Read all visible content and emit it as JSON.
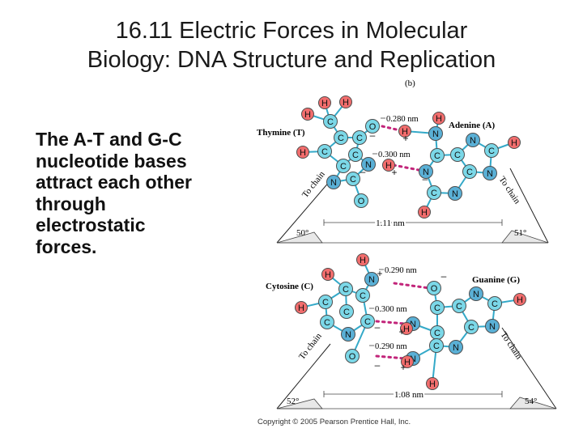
{
  "slide": {
    "title_line1": "16.11 Electric Forces in Molecular",
    "title_line2": "Biology: DNA Structure and Replication",
    "body_lines": [
      "The A-T and G-C",
      "nucleotide bases",
      "attract each other",
      "through",
      "electrostatic",
      "forces."
    ]
  },
  "figure": {
    "panel_label": "(b)",
    "at_pair": {
      "left_base": "Thymine (T)",
      "right_base": "Adenine (A)",
      "bond1": "0.280 nm",
      "bond2": "0.300 nm",
      "span": "1.11 nm",
      "left_angle": "50°",
      "right_angle": "51°",
      "to_chain": "To chain"
    },
    "gc_pair": {
      "left_base": "Cytosine (C)",
      "right_base": "Guanine (G)",
      "bond1": "0.290 nm",
      "bond2": "0.300 nm",
      "bond3": "0.290 nm",
      "span": "1.08 nm",
      "left_angle": "52°",
      "right_angle": "54°",
      "to_chain": "To chain"
    },
    "atom_symbols": {
      "H": "H",
      "C": "C",
      "N": "N",
      "O": "O"
    },
    "charges": {
      "plus": "+",
      "minus": "–"
    },
    "colors": {
      "H": "#f26d6d",
      "C": "#7bd8e8",
      "N": "#5ab0d6",
      "O": "#7bd8e8",
      "bond_line": "#34a9c8",
      "hydrogen_bond": "#c2257a"
    },
    "copyright": "Copyright © 2005 Pearson Prentice Hall, Inc."
  }
}
